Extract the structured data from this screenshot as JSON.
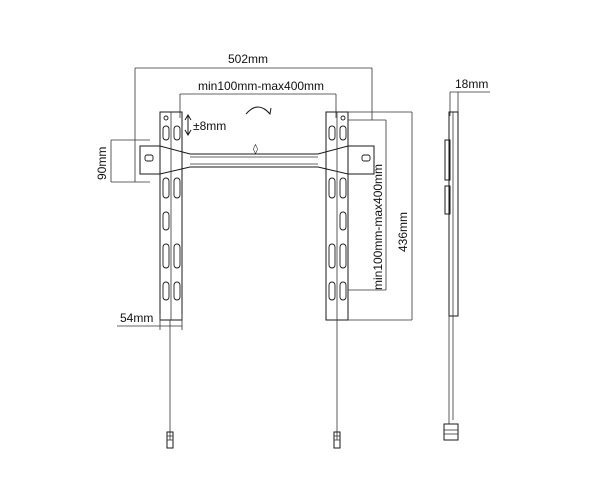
{
  "dimensions": {
    "overall_width": "502mm",
    "vesa_horizontal": "min100mm-max400mm",
    "vertical_adjust": "±8mm",
    "bar_height": "90mm",
    "vesa_vertical": "min100mm-max400mm",
    "arm_height": "436mm",
    "arm_width": "54mm",
    "profile_depth": "18mm"
  },
  "symbols": {
    "level_indicator": "◊"
  }
}
